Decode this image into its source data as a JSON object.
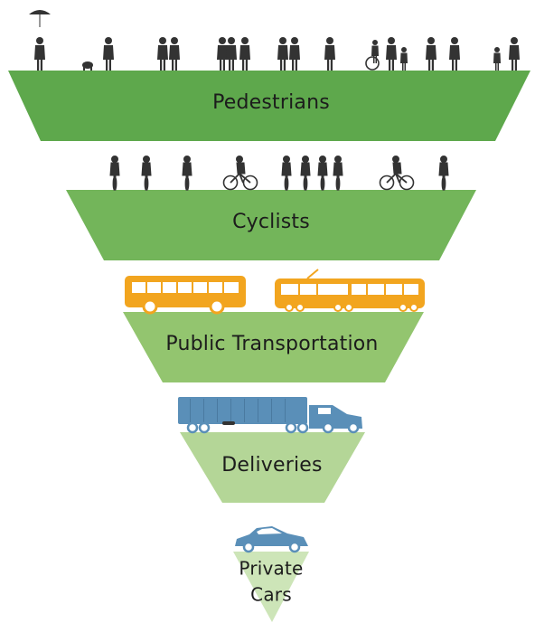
{
  "tiers": [
    {
      "label_lines": [
        "Pedestrians"
      ],
      "icon": "pedestrians-icons",
      "color": "#5ea84c"
    },
    {
      "label_lines": [
        "Cyclists"
      ],
      "icon": "cyclists-icons",
      "color": "#73b55a"
    },
    {
      "label_lines": [
        "Public Transportation"
      ],
      "icon": "transit-icons",
      "color": "#93c56f"
    },
    {
      "label_lines": [
        "Deliveries"
      ],
      "icon": "delivery-truck-icon",
      "color": "#b4d697"
    },
    {
      "label_lines": [
        "Private",
        "Cars"
      ],
      "icon": "car-icon",
      "color": "#cde5b8"
    }
  ],
  "colors": {
    "silhouette": "#333333",
    "transit_orange": "#f2a51f",
    "vehicle_blue": "#5a8fb8"
  }
}
